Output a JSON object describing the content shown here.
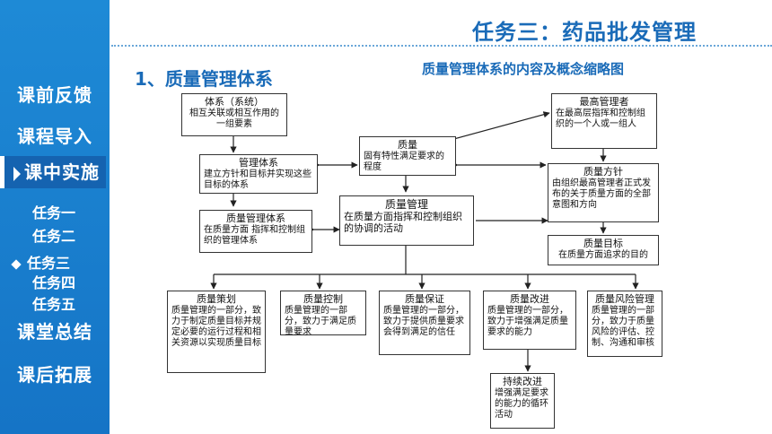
{
  "sidebar": {
    "items": [
      {
        "label": "课前反馈"
      },
      {
        "label": "课程导入"
      },
      {
        "label": "课中实施"
      },
      {
        "label": "课堂总结"
      },
      {
        "label": "课后拓展"
      }
    ],
    "subitems": [
      {
        "label": "任务一"
      },
      {
        "label": "任务二"
      },
      {
        "label": "任务三"
      },
      {
        "label": "任务四"
      },
      {
        "label": "任务五"
      }
    ]
  },
  "header": {
    "title": "任务三：药品批发管理"
  },
  "section": {
    "title": "1、质量管理体系",
    "caption": "质量管理体系的内容及概念缩略图"
  },
  "diagram": {
    "system": {
      "title": "体系（系统）",
      "desc": "相互关联或相互作用的一组要素"
    },
    "mgmt_system": {
      "title": "管理体系",
      "desc": "建立方针和目标并实现这些目标的体系"
    },
    "qms": {
      "title": "质量管理体系",
      "desc": "在质量方面 指挥和控制组织的管理体系"
    },
    "quality": {
      "title": "质量",
      "desc": "固有特性满足要求的程度"
    },
    "qm": {
      "title": "质量管理",
      "desc": "在质量方面指挥和控制组织的协调的活动"
    },
    "top_mgmt": {
      "title": "最高管理者",
      "desc": "在最高层指挥和控制组织的一个人或一组人"
    },
    "policy": {
      "title": "质量方针",
      "desc": "由组织最高管理者正式发布的关于质量方面的全部意图和方向"
    },
    "objective": {
      "title": "质量目标",
      "desc": "在质量方面追求的目的"
    },
    "planning": {
      "title": "质量策划",
      "desc": "质量管理的一部分，致力于制定质量目标并规定必要的运行过程和相关资源以实现质量目标"
    },
    "control": {
      "title": "质量控制",
      "desc": "质量管理的一部分，致力于满足质量要求"
    },
    "assurance": {
      "title": "质量保证",
      "desc": "质量管理的一部分，致力于提供质量要求会得到满足的信任"
    },
    "improvement": {
      "title": "质量改进",
      "desc": "质量管理的一部分，致力于增强满足质量要求的能力"
    },
    "risk": {
      "title": "质量风险管理",
      "desc": "质量管理的一部分，致力于质量风险的评估、控制、沟通和审核"
    },
    "continual": {
      "title": "持续改进",
      "desc": "增强满足要求的能力的循环活动"
    }
  }
}
